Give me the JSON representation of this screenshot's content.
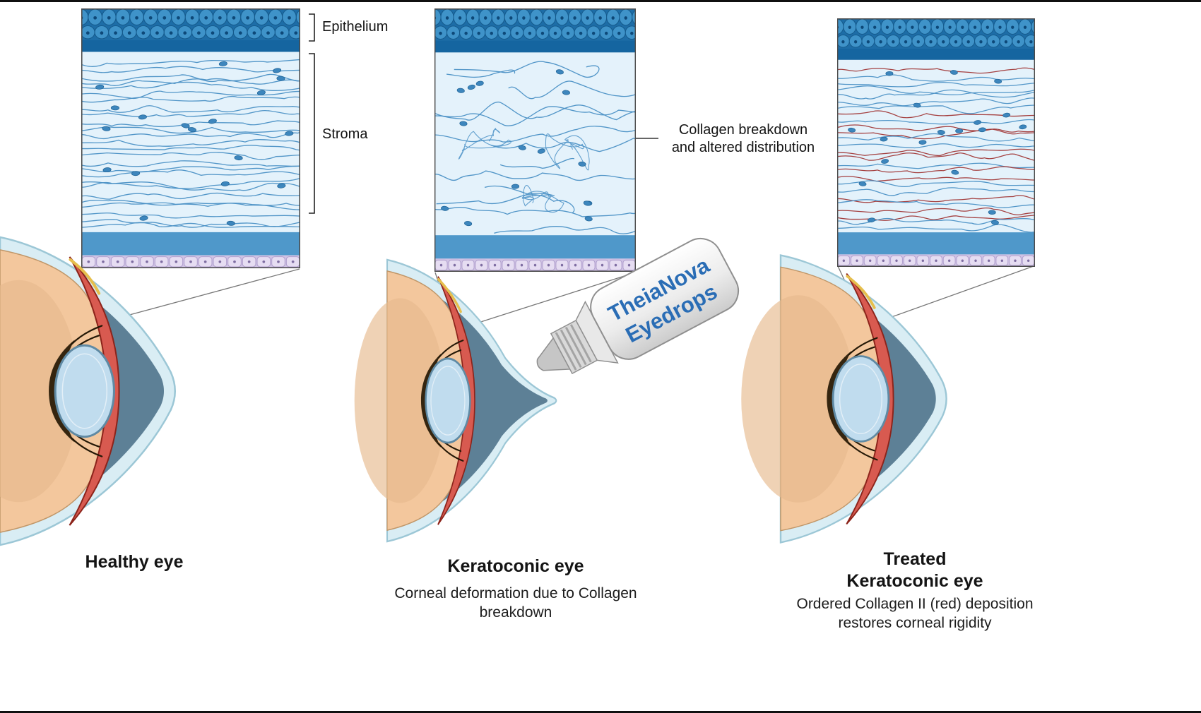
{
  "panels": [
    {
      "id": "healthy",
      "title": "Healthy eye",
      "labels": {
        "epithelium": "Epithelium",
        "stroma": "Stroma"
      }
    },
    {
      "id": "keratoconic",
      "title": "Keratoconic eye",
      "subtitle": "Corneal deformation due to Collagen\nbreakdown",
      "annotation": "Collagen breakdown\nand altered distribution"
    },
    {
      "id": "treated",
      "title": "Treated\nKeratoconic eye",
      "subtitle": "Ordered Collagen II (red) deposition\nrestores corneal rigidity"
    }
  ],
  "bottle": {
    "label_line1": "TheiaNova",
    "label_line2": "Eyedrops"
  },
  "colors": {
    "epithelium_dark": "#1d6da7",
    "epithelium_cell": "#3f93c9",
    "epithelium_cell_edge": "#155a8c",
    "epithelium_nucleus": "#0d4878",
    "epithelium_base": "#1565a0",
    "stroma_bg": "#e4f2fb",
    "fiber_blue": "#4a90c5",
    "fiber_red": "#a03636",
    "nucleus": "#3d86bd",
    "nucleus_edge": "#1f6396",
    "bowman_blue": "#4f98ca",
    "endothelium_purple": "#cfc2e4",
    "endothelium_cell": "#e6ddf2",
    "endothelium_edge": "#b1a0ce",
    "endothelium_nucleus": "#7e6da2",
    "bottle_text": "#2a6db5",
    "callout_line": "#777777",
    "annotation_line": "#333333",
    "label_color": "#141414"
  }
}
